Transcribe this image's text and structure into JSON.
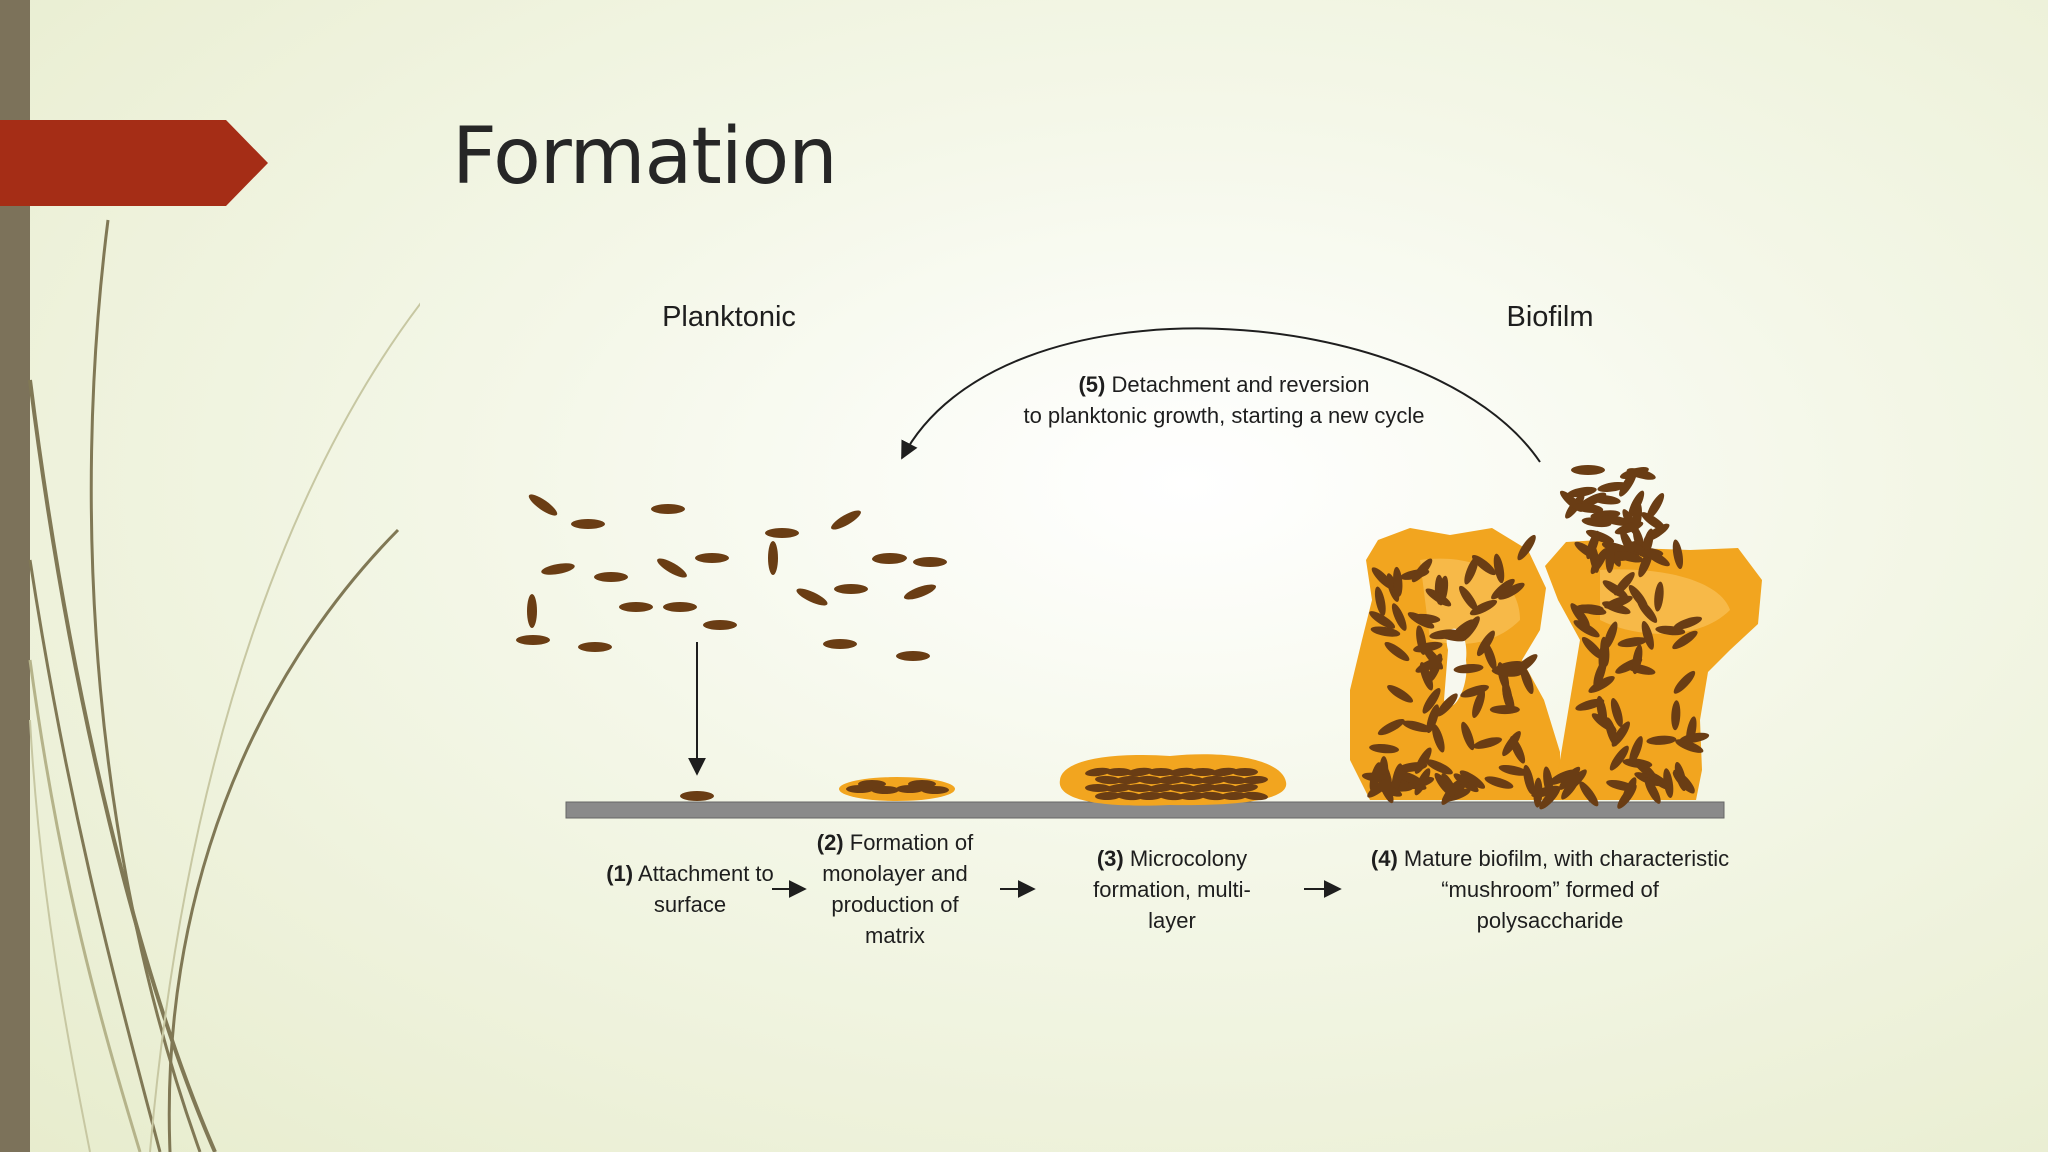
{
  "slide": {
    "title": "Formation",
    "colors": {
      "accent": "#a52d16",
      "sidebar": "#7c725a",
      "deco_lines": "#807855"
    }
  },
  "diagram": {
    "planktonic_label": "Planktonic",
    "biofilm_label": "Biofilm",
    "stages": [
      {
        "number": "(1)",
        "text": " Attachment to\nsurface"
      },
      {
        "number": "(2)",
        "text": " Formation of\nmonolayer and\nproduction of\nmatrix"
      },
      {
        "number": "(3)",
        "text": " Microcolony\nformation, multi-\nlayer"
      },
      {
        "number": "(4)",
        "text": " Mature biofilm, with characteristic\n“mushroom” formed of\npolysaccharide"
      }
    ],
    "cycle": {
      "number": "(5)",
      "text": " Detachment and reversion\nto planktonic growth, starting a new cycle"
    },
    "colors": {
      "bacteria": "#6a3d14",
      "matrix": "#f2a51f",
      "matrix_light": "#f9c25a",
      "surface": "#8a8a8a"
    }
  }
}
